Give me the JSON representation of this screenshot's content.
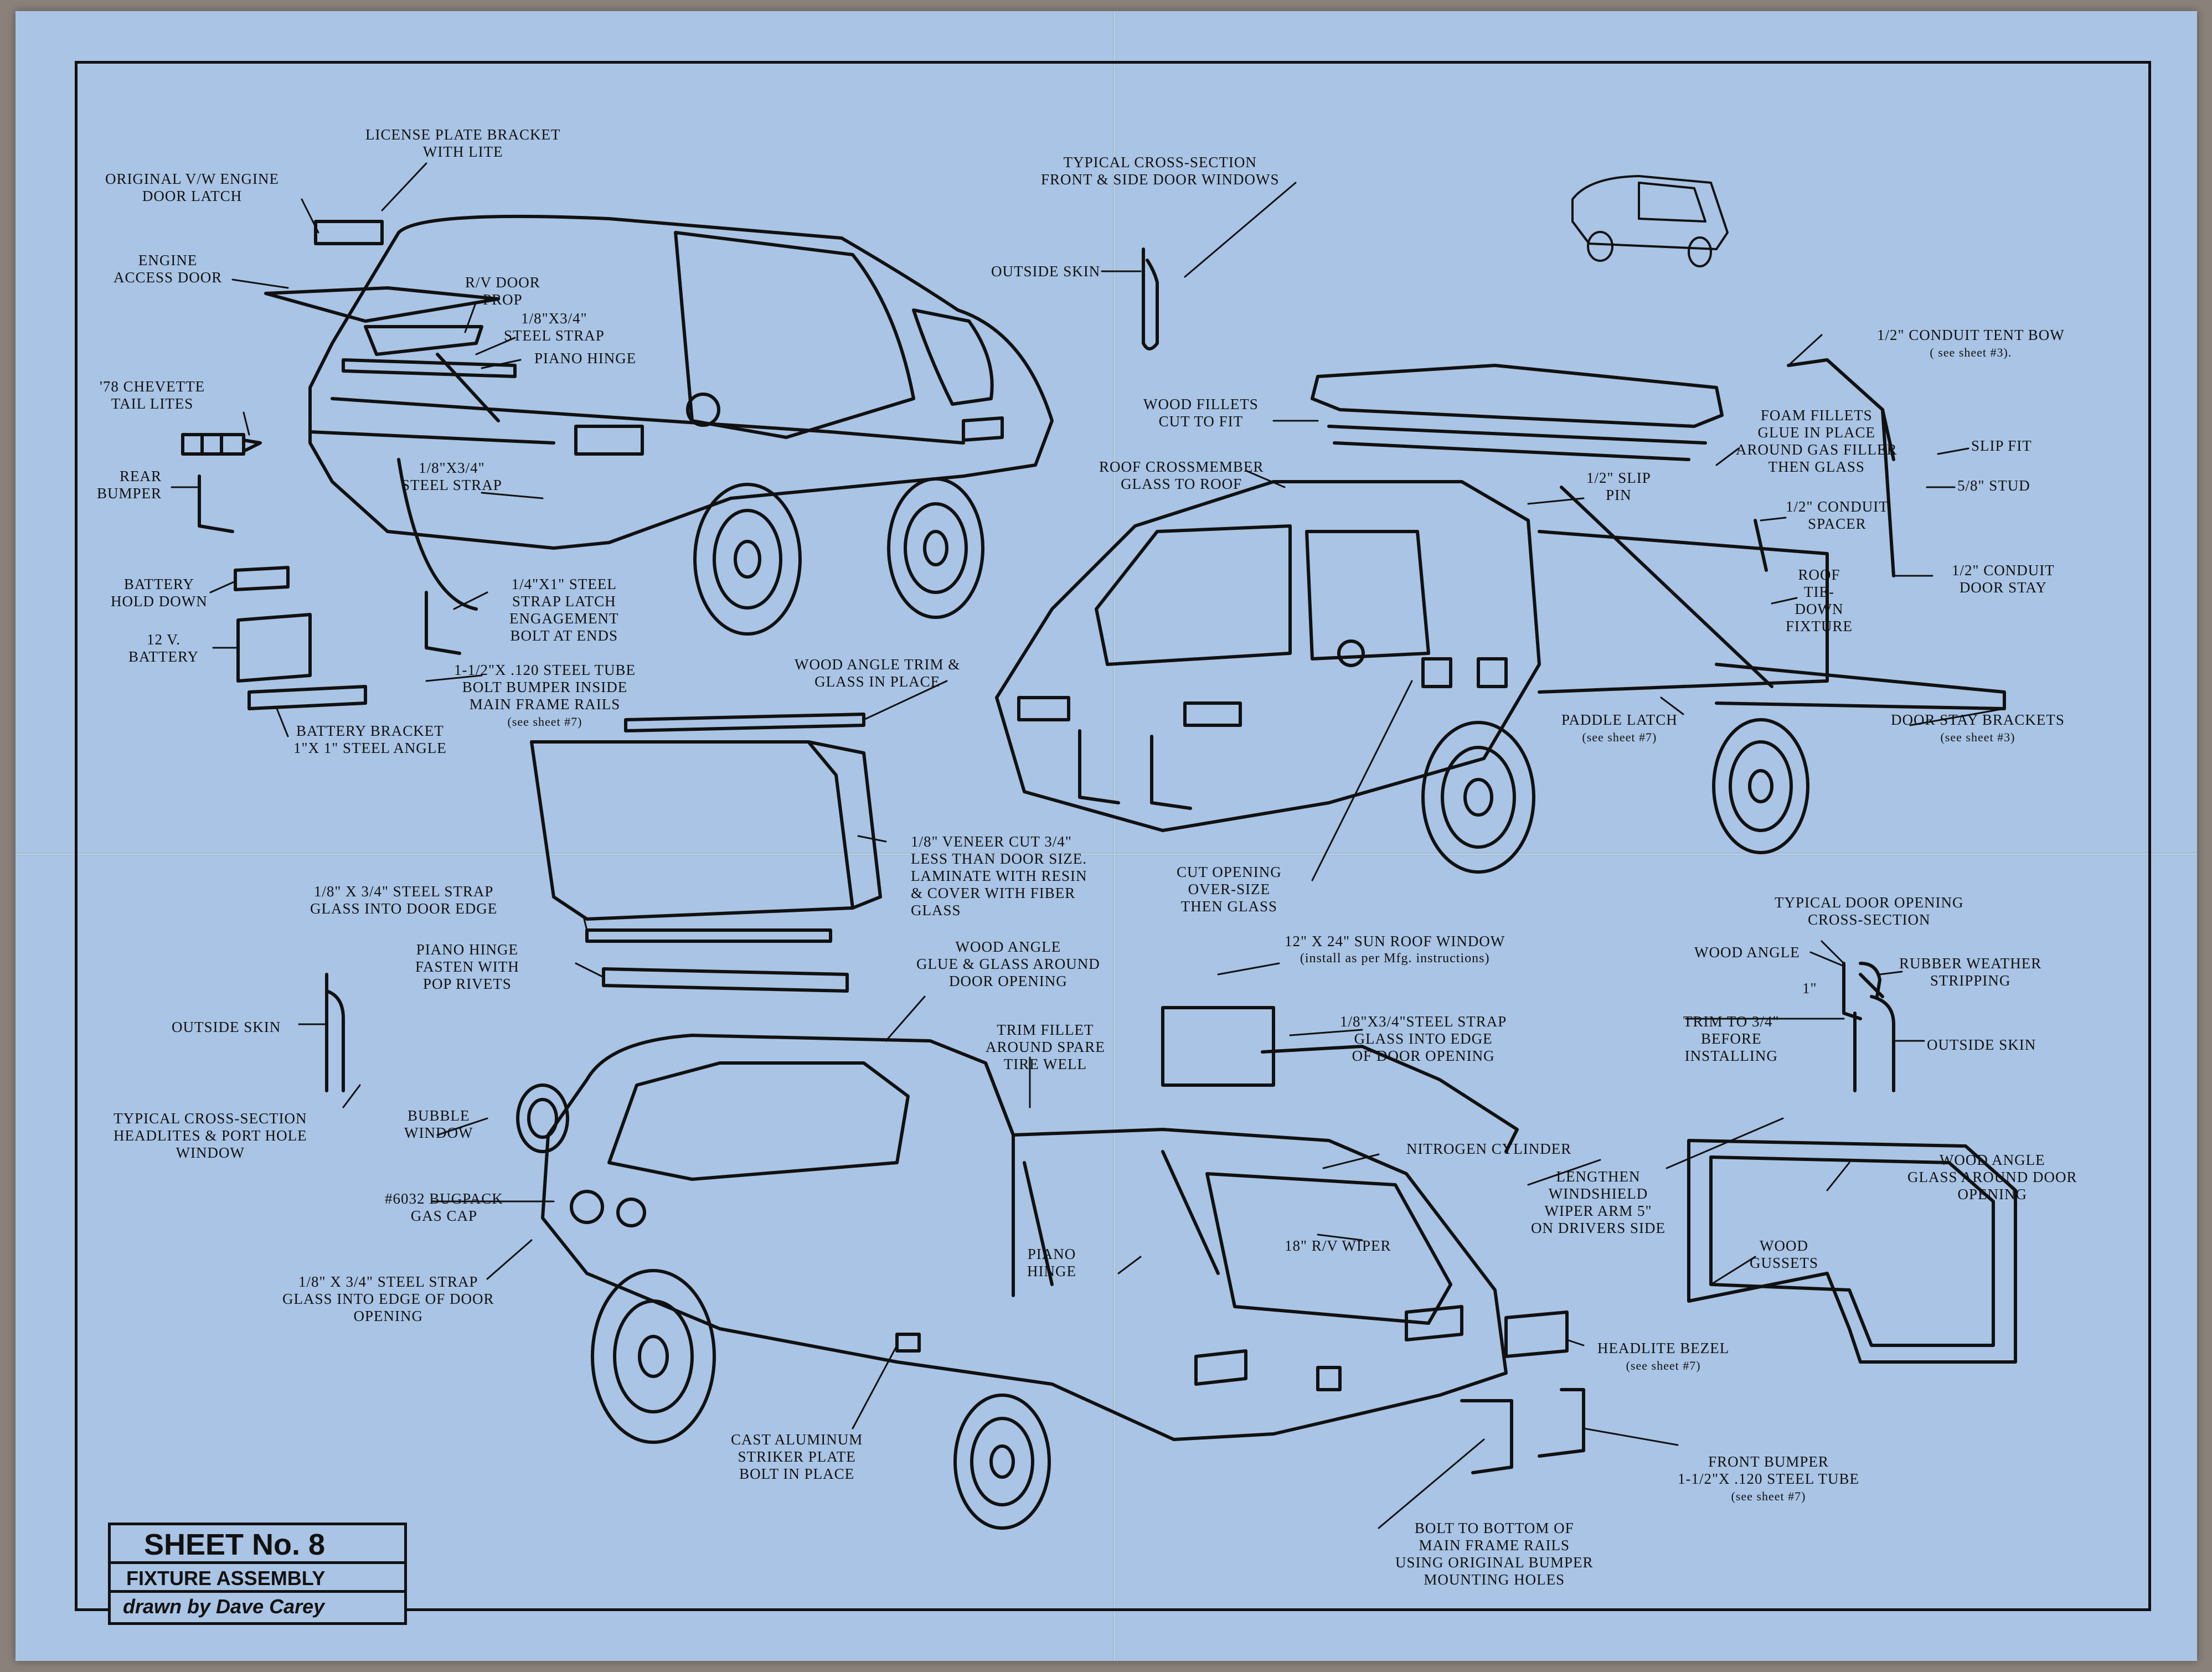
{
  "sheet": {
    "number": "SHEET No. 8",
    "title": "FIXTURE ASSEMBLY",
    "author": "drawn by Dave Carey"
  },
  "labels": {
    "license_plate": [
      "LICENSE PLATE BRACKET",
      "WITH LITE"
    ],
    "engine_latch": [
      "ORIGINAL V/W ENGINE",
      "DOOR LATCH"
    ],
    "engine_door": [
      "ENGINE",
      "ACCESS DOOR"
    ],
    "rv_door_prop": [
      "R/V DOOR",
      "PROP"
    ],
    "steel_strap_top": [
      "1/8\"X3/4\"",
      "STEEL STRAP"
    ],
    "piano_hinge_top": [
      "PIANO HINGE"
    ],
    "tail_lites": [
      "'78 CHEVETTE",
      "TAIL LITES"
    ],
    "rear_bumper": [
      "REAR",
      "BUMPER"
    ],
    "steel_strap_mid": [
      "1/8\"X3/4\"",
      "STEEL STRAP"
    ],
    "battery_hold": [
      "BATTERY",
      "HOLD DOWN"
    ],
    "battery": [
      "12 V.",
      "BATTERY"
    ],
    "steel_strap_latch": [
      "1/4\"X1\" STEEL",
      "STRAP LATCH",
      "ENGAGEMENT",
      "BOLT AT ENDS"
    ],
    "steel_tube_rear": [
      "1-1/2\"X .120 STEEL TUBE",
      "BOLT BUMPER INSIDE",
      "MAIN FRAME RAILS",
      "(see sheet #7)"
    ],
    "battery_bracket": [
      "BATTERY BRACKET",
      "1\"X 1\" STEEL ANGLE"
    ],
    "cross_section_windows": [
      "TYPICAL CROSS-SECTION",
      "FRONT & SIDE DOOR WINDOWS"
    ],
    "outside_skin_top": [
      "OUTSIDE SKIN"
    ],
    "tent_bow": [
      "1/2\" CONDUIT TENT BOW",
      "( see sheet #3)."
    ],
    "wood_fillets": [
      "WOOD FILLETS",
      "CUT TO FIT"
    ],
    "foam_fillets": [
      "FOAM FILLETS",
      "GLUE IN PLACE",
      "AROUND GAS FILLER",
      "THEN GLASS"
    ],
    "slip_fit": [
      "SLIP FIT"
    ],
    "stud": [
      "5/8\" STUD"
    ],
    "roof_crossmember": [
      "ROOF CROSSMEMBER",
      "GLASS TO ROOF"
    ],
    "slip_pin": [
      "1/2\" SLIP",
      "PIN"
    ],
    "conduit_spacer": [
      "1/2\" CONDUIT",
      "SPACER"
    ],
    "conduit_door_stay": [
      "1/2\" CONDUIT",
      "DOOR STAY"
    ],
    "roof_tiedown": [
      "ROOF",
      "TIE-",
      "DOWN",
      "FIXTURE"
    ],
    "wood_angle_trim": [
      "WOOD ANGLE TRIM &",
      "GLASS IN PLACE"
    ],
    "paddle_latch": [
      "PADDLE LATCH",
      "(see sheet #7)"
    ],
    "door_stay_brackets": [
      "DOOR STAY BRACKETS",
      "(see sheet #3)"
    ],
    "veneer": [
      "1/8\" VENEER CUT 3/4\"",
      "LESS THAN DOOR SIZE.",
      "LAMINATE WITH RESIN",
      "& COVER WITH FIBER",
      "GLASS"
    ],
    "steel_strap_door": [
      "1/8\" X 3/4\" STEEL STRAP",
      "GLASS INTO DOOR EDGE"
    ],
    "cut_opening": [
      "CUT OPENING",
      "OVER-SIZE",
      "THEN GLASS"
    ],
    "door_opening_xsec": [
      "TYPICAL DOOR OPENING",
      "CROSS-SECTION"
    ],
    "wood_angle_right": [
      "WOOD ANGLE"
    ],
    "rubber_weather": [
      "RUBBER WEATHER",
      "STRIPPING"
    ],
    "one_inch": [
      "1\""
    ],
    "trim_to": [
      "TRIM TO 3/4\"",
      "BEFORE",
      "INSTALLING"
    ],
    "outside_skin_right": [
      "OUTSIDE SKIN"
    ],
    "piano_hinge_door": [
      "PIANO HINGE",
      "FASTEN WITH",
      "POP RIVETS"
    ],
    "wood_angle_glue": [
      "WOOD ANGLE",
      "GLUE & GLASS AROUND",
      "DOOR OPENING"
    ],
    "sun_roof": [
      "12\" X 24\" SUN ROOF WINDOW",
      "(install as per Mfg. instructions)"
    ],
    "outside_skin_left": [
      "OUTSIDE SKIN"
    ],
    "trim_fillet": [
      "TRIM FILLET",
      "AROUND SPARE",
      "TIRE WELL"
    ],
    "steel_strap_glass": [
      "1/8\"X3/4\"STEEL STRAP",
      "GLASS INTO EDGE",
      "OF DOOR OPENING"
    ],
    "cross_section_headlites": [
      "TYPICAL CROSS-SECTION",
      "HEADLITES & PORT HOLE",
      "WINDOW"
    ],
    "bubble_window": [
      "BUBBLE",
      "WINDOW"
    ],
    "nitrogen": [
      "NITROGEN CYLINDER"
    ],
    "wiper_arm": [
      "LENGTHEN",
      "WINDSHIELD",
      "WIPER ARM 5\"",
      "ON DRIVERS SIDE"
    ],
    "wood_angle_door": [
      "WOOD ANGLE",
      "GLASS AROUND DOOR",
      "OPENING"
    ],
    "gas_cap": [
      "#6032 BUGPACK",
      "GAS CAP"
    ],
    "wiper": [
      "18\" R/V WIPER"
    ],
    "piano_hinge_body": [
      "PIANO",
      "HINGE"
    ],
    "wood_gussets": [
      "WOOD",
      "GUSSETS"
    ],
    "steel_strap_bottom": [
      "1/8\" X 3/4\" STEEL STRAP",
      "GLASS INTO EDGE OF DOOR",
      "OPENING"
    ],
    "headlite_bezel": [
      "HEADLITE BEZEL",
      "(see sheet #7)"
    ],
    "striker_plate": [
      "CAST ALUMINUM",
      "STRIKER PLATE",
      "BOLT IN PLACE"
    ],
    "front_bumper": [
      "FRONT BUMPER",
      "1-1/2\"X .120 STEEL TUBE",
      "(see sheet #7)"
    ],
    "bolt_bottom": [
      "BOLT TO BOTTOM OF",
      "MAIN FRAME RAILS",
      "USING ORIGINAL BUMPER",
      "MOUNTING HOLES"
    ]
  },
  "colors": {
    "paper": "#a9c4e4",
    "ink": "#111111",
    "background": "#8a817b"
  }
}
